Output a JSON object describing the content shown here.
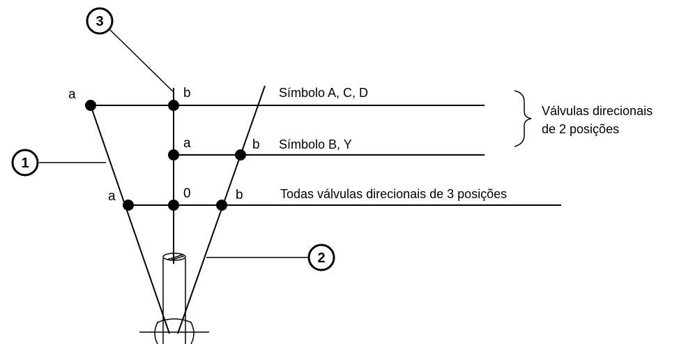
{
  "callouts": {
    "one": "1",
    "two": "2",
    "three": "3"
  },
  "lines": {
    "top": {
      "left": "a",
      "center": "b",
      "text": "Símbolo A, C, D"
    },
    "middle": {
      "center": "a",
      "right": "b",
      "text": "Símbolo B, Y"
    },
    "bottom": {
      "left": "a",
      "center": "0",
      "right": "b",
      "text": "Todas válvulas direcionais de 3 posições"
    }
  },
  "brace_note": {
    "line1": "Válvulas direcionais",
    "line2": "de 2 posições"
  },
  "colors": {
    "ink": "#000000",
    "background": "#ffffff"
  }
}
